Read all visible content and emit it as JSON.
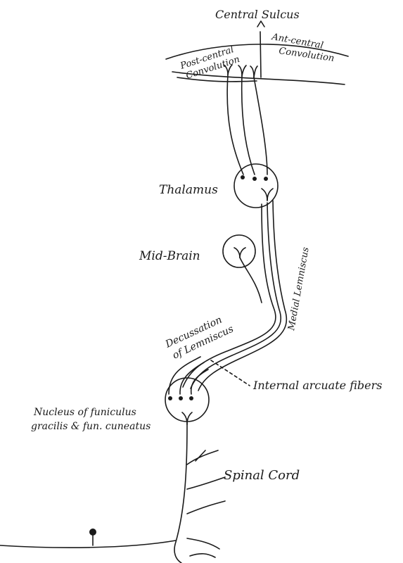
{
  "labels": {
    "central_sulcus": "Central Sulcus",
    "post_central_1": "Post-central",
    "post_central_2": "Convolution",
    "ant_central_1": "Ant-central",
    "ant_central_2": "Convolution",
    "thalamus": "Thalamus",
    "mid_brain": "Mid-Brain",
    "medial_lemniscus": "Medial Lemniscus",
    "decussation_1": "Decussation",
    "decussation_2": "of Lemniscus",
    "internal_arcuate": "Internal arcuate fibers",
    "nucleus_1": "Nucleus of funiculus",
    "nucleus_2": "gracilis & fun. cuneatus",
    "spinal_cord": "Spinal Cord"
  },
  "colors": {
    "ink": "#1a1a1a",
    "paper": "#ffffff"
  }
}
